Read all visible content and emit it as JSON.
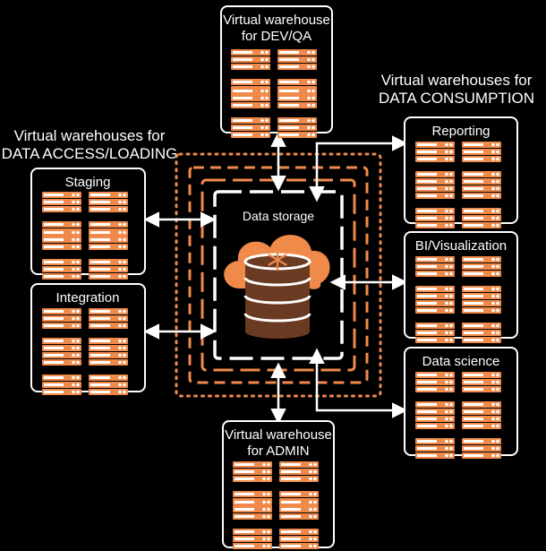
{
  "groups": {
    "access": {
      "line1": "Virtual warehouses for",
      "line2": "DATA ACCESS/LOADING"
    },
    "consumption": {
      "line1": "Virtual warehouses for",
      "line2": "DATA CONSUMPTION"
    }
  },
  "warehouses": {
    "devqa": {
      "line1": "Virtual warehouse",
      "line2": "for DEV/QA"
    },
    "admin": {
      "line1": "Virtual warehouse",
      "line2": "for ADMIN"
    },
    "staging": {
      "line1": "Staging"
    },
    "integration": {
      "line1": "Integration"
    },
    "reporting": {
      "line1": "Reporting"
    },
    "bi": {
      "line1": "BI/Visualization"
    },
    "datascience": {
      "line1": "Data science"
    }
  },
  "storage": {
    "label": "Data storage"
  },
  "colors": {
    "background": "#000000",
    "accent": "#F08A4B",
    "box_border": "#FFFFFF",
    "cylinder": "#6B3A22"
  }
}
